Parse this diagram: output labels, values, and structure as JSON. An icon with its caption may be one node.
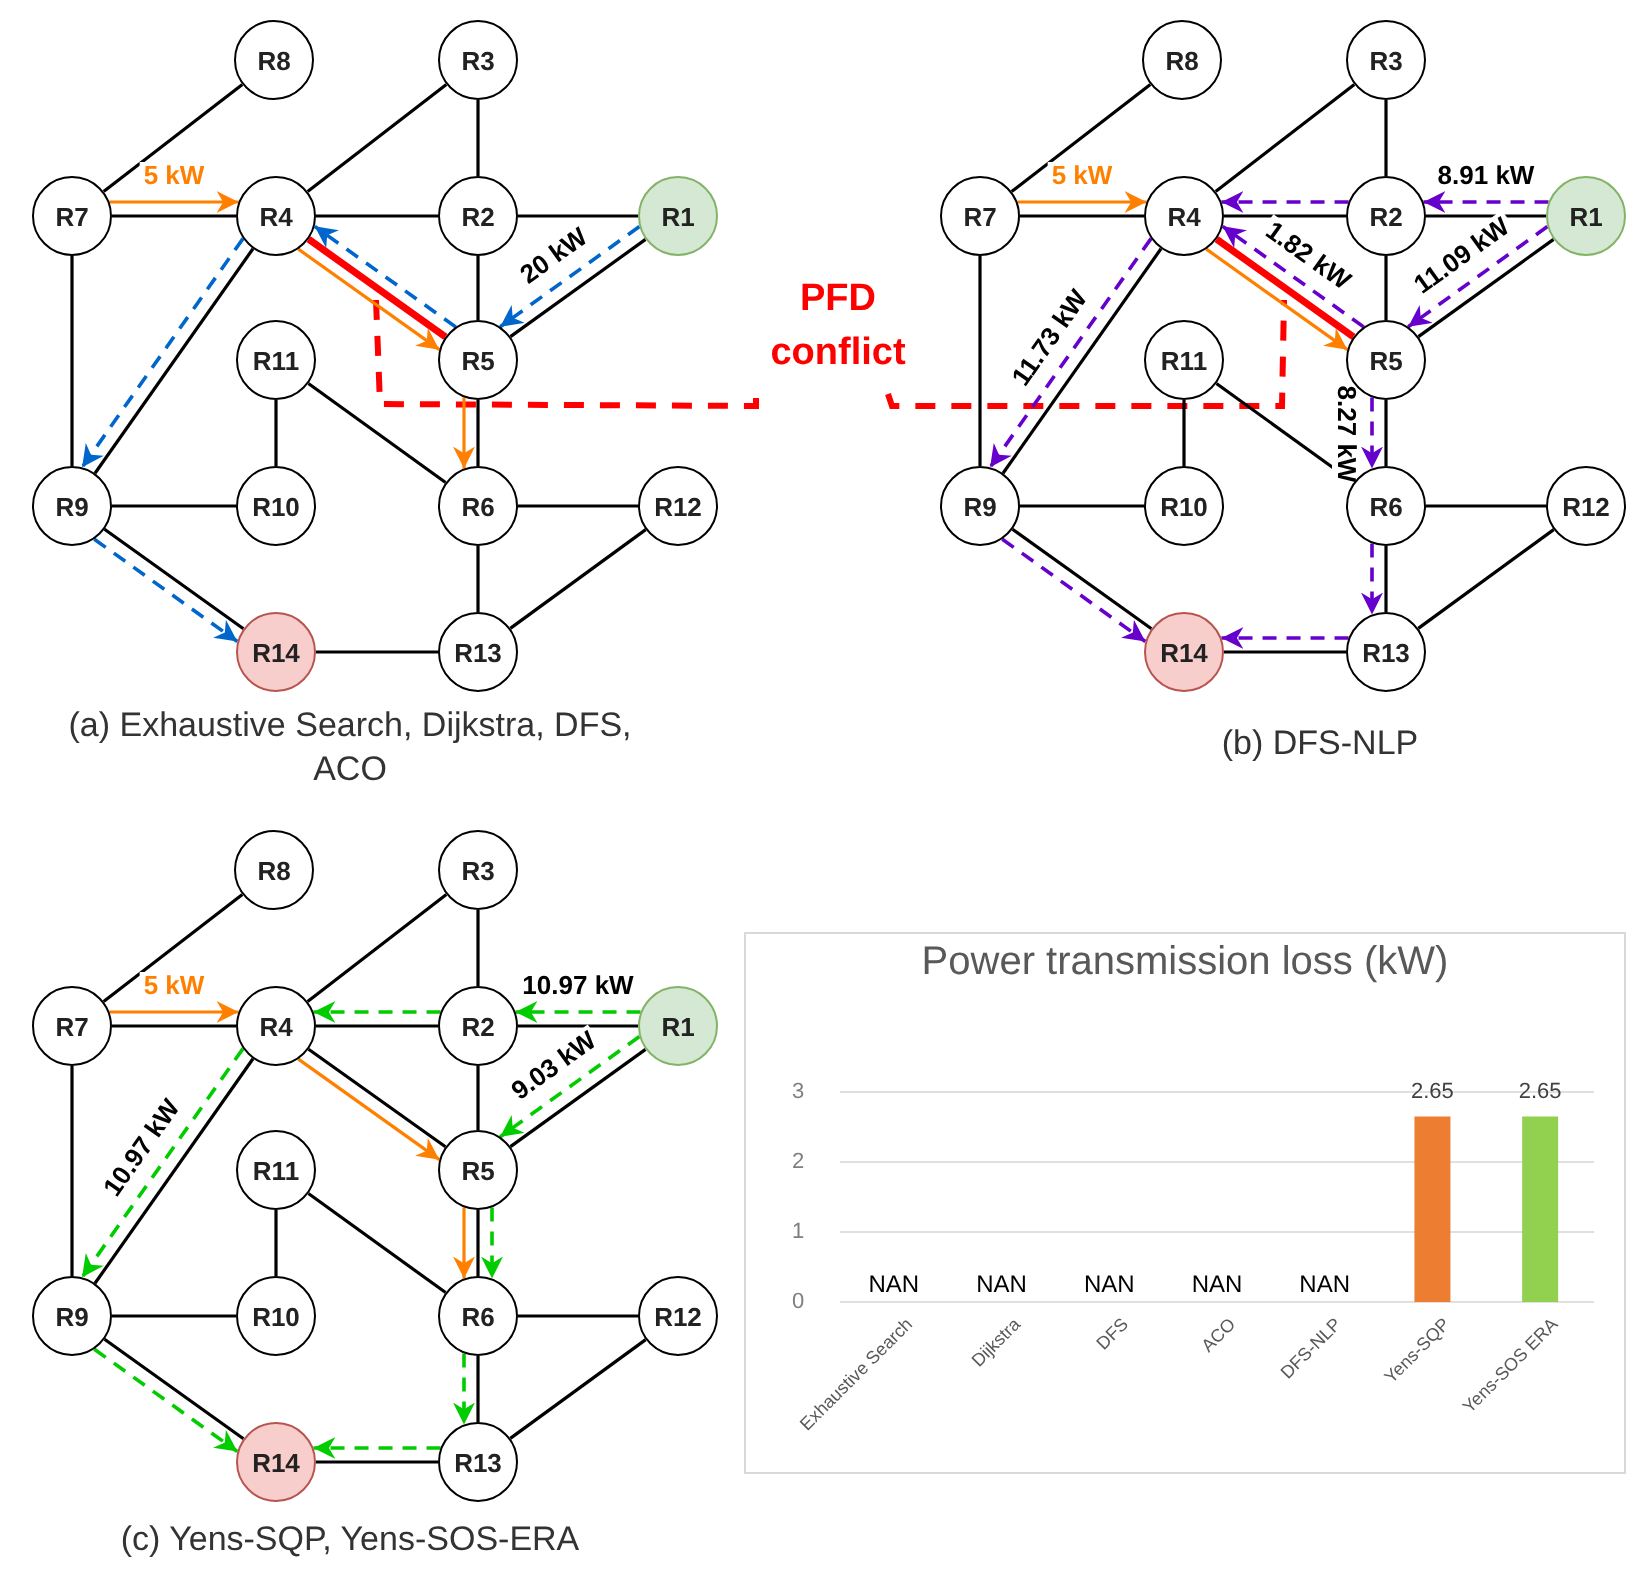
{
  "diagram": {
    "nodes": [
      {
        "text": [
          "R1"
        ]
      },
      {
        "text": [
          "R2"
        ]
      },
      {
        "text": [
          "R3"
        ]
      },
      {
        "text": [
          "R4"
        ]
      },
      {
        "text": [
          "R5"
        ]
      },
      {
        "text": [
          "R6"
        ]
      },
      {
        "text": [
          "R7"
        ]
      },
      {
        "text": [
          "R8"
        ]
      },
      {
        "text": [
          "R9"
        ]
      },
      {
        "text": [
          "R10"
        ]
      },
      {
        "text": [
          "R11"
        ]
      },
      {
        "text": [
          "R12"
        ]
      },
      {
        "text": [
          "R13"
        ]
      },
      {
        "text": [
          "R14"
        ]
      },
      {
        "text": [
          "R1"
        ]
      },
      {
        "text": [
          "R2"
        ]
      },
      {
        "text": [
          "R3"
        ]
      },
      {
        "text": [
          "R4"
        ]
      },
      {
        "text": [
          "R5"
        ]
      },
      {
        "text": [
          "R6"
        ]
      },
      {
        "text": [
          "R7"
        ]
      },
      {
        "text": [
          "R8"
        ]
      },
      {
        "text": [
          "R9"
        ]
      },
      {
        "text": [
          "R10"
        ]
      },
      {
        "text": [
          "R11"
        ]
      },
      {
        "text": [
          "R12"
        ]
      },
      {
        "text": [
          "R13"
        ]
      },
      {
        "text": [
          "R14"
        ]
      },
      {
        "text": [
          "R1"
        ]
      },
      {
        "text": [
          "R2"
        ]
      },
      {
        "text": [
          "R3"
        ]
      },
      {
        "text": [
          "R4"
        ]
      },
      {
        "text": [
          "R5"
        ]
      },
      {
        "text": [
          "R6"
        ]
      },
      {
        "text": [
          "R7"
        ]
      },
      {
        "text": [
          "R8"
        ]
      },
      {
        "text": [
          "R9"
        ]
      },
      {
        "text": [
          "R10"
        ]
      },
      {
        "text": [
          "R11"
        ]
      },
      {
        "text": [
          "R12"
        ]
      },
      {
        "text": [
          "R13"
        ]
      },
      {
        "text": [
          "R14"
        ]
      }
    ],
    "edges": [
      {
        "from": 6,
        "to": 7,
        "arrow": "none"
      },
      {
        "from": 3,
        "to": 2,
        "arrow": "none"
      },
      {
        "from": 2,
        "to": 1,
        "arrow": "none"
      },
      {
        "from": 6,
        "to": 3,
        "arrow": "none"
      },
      {
        "from": 3,
        "to": 1,
        "arrow": "none"
      },
      {
        "from": 1,
        "to": 0,
        "arrow": "none"
      },
      {
        "from": 6,
        "to": 8,
        "arrow": "none"
      },
      {
        "from": 3,
        "to": 8,
        "arrow": "none"
      },
      {
        "from": 3,
        "to": 4,
        "arrow": "none",
        "style": "thick",
        "color": "#ff0000"
      },
      {
        "from": 1,
        "to": 4,
        "arrow": "none"
      },
      {
        "from": 0,
        "to": 4,
        "arrow": "none"
      },
      {
        "from": 10,
        "to": 9,
        "arrow": "none"
      },
      {
        "from": 10,
        "to": 5,
        "arrow": "none"
      },
      {
        "from": 4,
        "to": 5,
        "arrow": "none"
      },
      {
        "from": 8,
        "to": 9,
        "arrow": "none"
      },
      {
        "from": 5,
        "to": 11,
        "arrow": "none"
      },
      {
        "from": 8,
        "to": 13,
        "arrow": "none"
      },
      {
        "from": 5,
        "to": 12,
        "arrow": "none"
      },
      {
        "from": 11,
        "to": 12,
        "arrow": "none"
      },
      {
        "from": 13,
        "to": 12,
        "arrow": "none"
      },
      {
        "from": 6,
        "to": 3,
        "arrow": "to",
        "label": "5 kW",
        "color": "#ff8000"
      },
      {
        "from": 3,
        "to": 4,
        "arrow": "to",
        "color": "#ff8000"
      },
      {
        "from": 4,
        "to": 5,
        "arrow": "to",
        "color": "#ff8000"
      },
      {
        "from": 0,
        "to": 4,
        "arrow": "to",
        "label": "20 kW",
        "style": "dashed",
        "color": "#0066cc"
      },
      {
        "from": 4,
        "to": 3,
        "arrow": "to",
        "style": "dashed",
        "color": "#0066cc"
      },
      {
        "from": 3,
        "to": 8,
        "arrow": "to",
        "style": "dashed",
        "color": "#0066cc"
      },
      {
        "from": 8,
        "to": 13,
        "arrow": "to",
        "style": "dashed",
        "color": "#0066cc"
      },
      {
        "from": 20,
        "to": 21,
        "arrow": "none"
      },
      {
        "from": 17,
        "to": 16,
        "arrow": "none"
      },
      {
        "from": 16,
        "to": 15,
        "arrow": "none"
      },
      {
        "from": 20,
        "to": 17,
        "arrow": "none"
      },
      {
        "from": 17,
        "to": 15,
        "arrow": "none"
      },
      {
        "from": 15,
        "to": 14,
        "arrow": "none"
      },
      {
        "from": 20,
        "to": 22,
        "arrow": "none"
      },
      {
        "from": 17,
        "to": 22,
        "arrow": "none"
      },
      {
        "from": 17,
        "to": 18,
        "arrow": "none",
        "style": "thick",
        "color": "#ff0000"
      },
      {
        "from": 15,
        "to": 18,
        "arrow": "none"
      },
      {
        "from": 14,
        "to": 18,
        "arrow": "none"
      },
      {
        "from": 24,
        "to": 23,
        "arrow": "none"
      },
      {
        "from": 24,
        "to": 19,
        "arrow": "none"
      },
      {
        "from": 18,
        "to": 19,
        "arrow": "none"
      },
      {
        "from": 22,
        "to": 23,
        "arrow": "none"
      },
      {
        "from": 19,
        "to": 25,
        "arrow": "none"
      },
      {
        "from": 22,
        "to": 27,
        "arrow": "none"
      },
      {
        "from": 19,
        "to": 26,
        "arrow": "none"
      },
      {
        "from": 25,
        "to": 26,
        "arrow": "none"
      },
      {
        "from": 27,
        "to": 26,
        "arrow": "none"
      },
      {
        "from": 20,
        "to": 17,
        "arrow": "to",
        "label": "5 kW",
        "color": "#ff8000"
      },
      {
        "from": 17,
        "to": 18,
        "arrow": "to",
        "color": "#ff8000"
      },
      {
        "from": 14,
        "to": 15,
        "arrow": "to",
        "label": "8.91 kW",
        "style": "dashed",
        "color": "#6600cc"
      },
      {
        "from": 15,
        "to": 17,
        "arrow": "to",
        "style": "dashed",
        "color": "#6600cc"
      },
      {
        "from": 14,
        "to": 18,
        "arrow": "to",
        "label": "11.09 kW",
        "style": "dashed",
        "color": "#6600cc"
      },
      {
        "from": 18,
        "to": 17,
        "arrow": "to",
        "label": "1.82 kW",
        "style": "dashed",
        "color": "#6600cc"
      },
      {
        "from": 17,
        "to": 22,
        "arrow": "to",
        "label": "11.73 kW",
        "style": "dashed",
        "color": "#6600cc"
      },
      {
        "from": 18,
        "to": 19,
        "arrow": "to",
        "label": "8.27 kW",
        "style": "dashed",
        "color": "#6600cc"
      },
      {
        "from": 19,
        "to": 26,
        "arrow": "to",
        "style": "dashed",
        "color": "#6600cc"
      },
      {
        "from": 26,
        "to": 27,
        "arrow": "to",
        "style": "dashed",
        "color": "#6600cc"
      },
      {
        "from": 22,
        "to": 27,
        "arrow": "to",
        "style": "dashed",
        "color": "#6600cc"
      },
      {
        "from": 34,
        "to": 35,
        "arrow": "none"
      },
      {
        "from": 31,
        "to": 30,
        "arrow": "none"
      },
      {
        "from": 30,
        "to": 29,
        "arrow": "none"
      },
      {
        "from": 34,
        "to": 31,
        "arrow": "none"
      },
      {
        "from": 31,
        "to": 29,
        "arrow": "none"
      },
      {
        "from": 29,
        "to": 28,
        "arrow": "none"
      },
      {
        "from": 34,
        "to": 36,
        "arrow": "none"
      },
      {
        "from": 31,
        "to": 36,
        "arrow": "none"
      },
      {
        "from": 31,
        "to": 32,
        "arrow": "none"
      },
      {
        "from": 29,
        "to": 32,
        "arrow": "none"
      },
      {
        "from": 28,
        "to": 32,
        "arrow": "none"
      },
      {
        "from": 38,
        "to": 37,
        "arrow": "none"
      },
      {
        "from": 38,
        "to": 33,
        "arrow": "none"
      },
      {
        "from": 32,
        "to": 33,
        "arrow": "none"
      },
      {
        "from": 36,
        "to": 37,
        "arrow": "none"
      },
      {
        "from": 33,
        "to": 39,
        "arrow": "none"
      },
      {
        "from": 36,
        "to": 41,
        "arrow": "none"
      },
      {
        "from": 33,
        "to": 40,
        "arrow": "none"
      },
      {
        "from": 39,
        "to": 40,
        "arrow": "none"
      },
      {
        "from": 41,
        "to": 40,
        "arrow": "none"
      },
      {
        "from": 34,
        "to": 31,
        "arrow": "to",
        "label": "5 kW",
        "color": "#ff8000"
      },
      {
        "from": 31,
        "to": 32,
        "arrow": "to",
        "color": "#ff8000"
      },
      {
        "from": 32,
        "to": 33,
        "arrow": "to",
        "color": "#ff8000"
      },
      {
        "from": 28,
        "to": 29,
        "arrow": "to",
        "label": "10.97 kW",
        "style": "dashed",
        "color": "#00cc00"
      },
      {
        "from": 29,
        "to": 31,
        "arrow": "to",
        "style": "dashed",
        "color": "#00cc00"
      },
      {
        "from": 28,
        "to": 32,
        "arrow": "to",
        "label": "9.03 kW",
        "style": "dashed",
        "color": "#00cc00"
      },
      {
        "from": 31,
        "to": 36,
        "arrow": "to",
        "label": "10.97 kW",
        "style": "dashed",
        "color": "#00cc00"
      },
      {
        "from": 36,
        "to": 41,
        "arrow": "to",
        "style": "dashed",
        "color": "#00cc00"
      },
      {
        "from": 32,
        "to": 33,
        "arrow": "to",
        "style": "dashed",
        "color": "#00cc00"
      },
      {
        "from": 33,
        "to": 40,
        "arrow": "to",
        "style": "dashed",
        "color": "#00cc00"
      },
      {
        "from": 40,
        "to": 41,
        "arrow": "to",
        "style": "dashed",
        "color": "#00cc00"
      }
    ],
    "labels": [
      "PFD conflict",
      "(a) Exhaustive Search, Dijkstra, DFS, ACO",
      "(b) DFS-NLP",
      "(c) Yens-SQP, Yens-SOS-ERA"
    ],
    "chart_data": {
      "type": "bar",
      "title": "Power transmission loss (kW)",
      "categories": [
        "Exhaustive Search",
        "Dijkstra",
        "DFS",
        "ACO",
        "DFS-NLP",
        "Yens-SQP",
        "Yens-SOS ERA"
      ],
      "series": [
        {
          "color": "#ed7d31",
          "values": [
            null,
            null,
            null,
            null,
            null,
            2.65,
            null
          ]
        },
        {
          "color": "#92d050",
          "values": [
            null,
            null,
            null,
            null,
            null,
            null,
            2.65
          ]
        }
      ],
      "stacked": true,
      "ylim": [
        0,
        3
      ],
      "yticks": [
        0,
        1,
        2,
        3
      ],
      "value_labels": [
        "NAN",
        "NAN",
        "NAN",
        "NAN",
        "NAN",
        "2.65",
        "2.65"
      ]
    }
  }
}
